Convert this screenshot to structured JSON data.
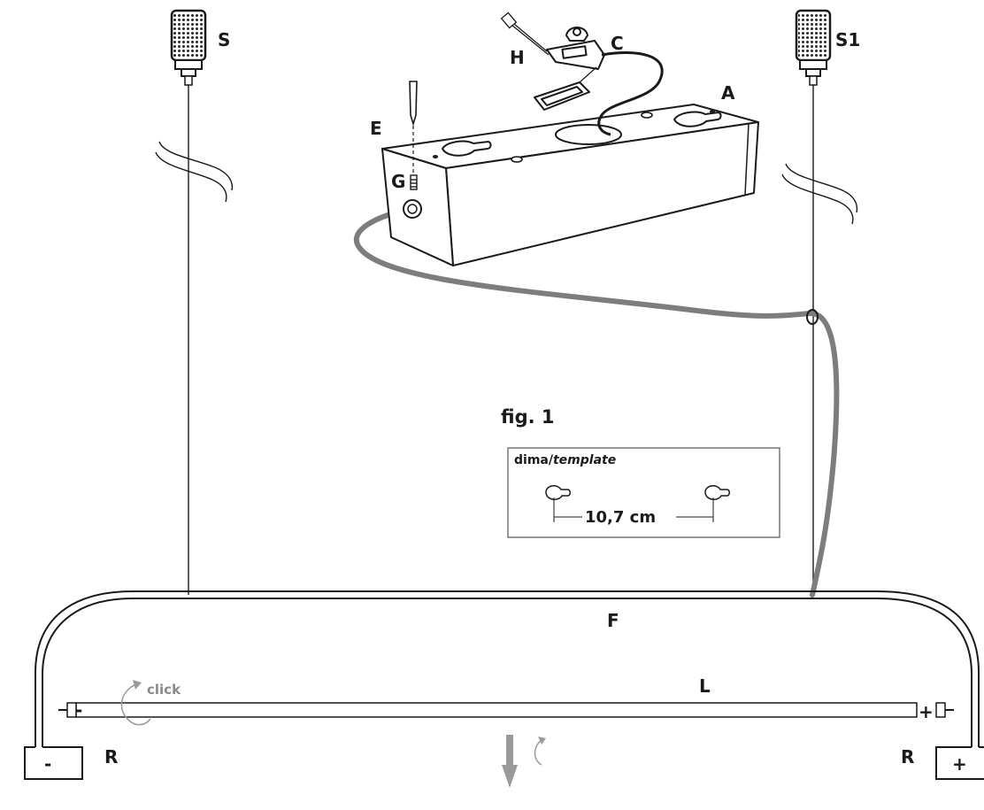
{
  "labels": {
    "s": "S",
    "s1": "S1",
    "h": "H",
    "c": "C",
    "a": "A",
    "e": "E",
    "g": "G",
    "f": "F",
    "l": "L",
    "r_left": "R",
    "r_right": "R"
  },
  "figure": {
    "title": "fig. 1"
  },
  "template": {
    "title_prefix": "dima/",
    "title_italic": "template",
    "dimension": "10,7 cm"
  },
  "tube": {
    "action": "click",
    "minus_sign": "-",
    "plus_sign": "+"
  },
  "terminals": {
    "left_sign": "-",
    "right_sign": "+"
  },
  "colors": {
    "line": "#1a1a1a",
    "cable": "#7d7d7d",
    "arrow": "#9a9a9a"
  }
}
